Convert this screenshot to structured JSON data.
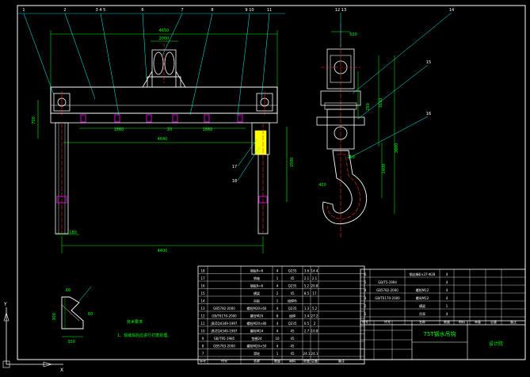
{
  "colors": {
    "background": "#000000",
    "outline": "#ffffff",
    "dimension": "#00ff00",
    "leader": "#00ffff",
    "part": "#ffff00",
    "center": "#ff2a2a",
    "magenta": "#ff00ff",
    "red": "#ff0000"
  },
  "balloons_main": [
    "1",
    "2",
    "3 4 5",
    "6",
    "7",
    "8",
    "9 10",
    "11"
  ],
  "balloons_side": [
    "12 13",
    "14",
    "15",
    "16"
  ],
  "balloons_lower": [
    "17",
    "18"
  ],
  "dims_main": {
    "top_overall": "4650",
    "top_inner": "2000",
    "spacing_a": "1860",
    "spacing_b": "1860",
    "center": "20",
    "span": "4640",
    "left_height": "700",
    "hang_height": "1500",
    "bottom_overall": "4400",
    "bottom_small": "180"
  },
  "dims_side": {
    "top_width": "500",
    "mid_width": "250",
    "height_a": "1610",
    "height_b": "3800",
    "height_c": "1400",
    "hook_dim": "250",
    "hook_radius": "400"
  },
  "detail": {
    "dim_a": "60",
    "dim_b": "300",
    "dim_c": "300",
    "dim_d": "60",
    "note_title": "技术要求",
    "note_line": "1、焊缝焊后应进行打磨处理。"
  },
  "title_block": {
    "drawing_title": "75T钢水吊钩",
    "company": "设计院"
  },
  "bom_left_rows": [
    [
      "18",
      "",
      "钢板δ=6",
      "4",
      "Q235",
      "3.6",
      "14.4",
      ""
    ],
    [
      "17",
      "",
      "销轴",
      "1",
      "45",
      "2.1",
      "2.1",
      ""
    ],
    [
      "16",
      "",
      "钢板δ=6",
      "4",
      "Q235",
      "5.2",
      "20.8",
      ""
    ],
    [
      "15",
      "",
      "横梁",
      "2",
      "45",
      "8.5",
      "17",
      ""
    ],
    [
      "14",
      "",
      "吊板",
      "1",
      "组焊件",
      "",
      "",
      ""
    ],
    [
      "13",
      "GB5782-2000",
      "螺栓M20×60",
      "4",
      "Q235",
      "1.3",
      "5.2",
      ""
    ],
    [
      "12",
      "GB/T6170-2000",
      "螺母M20",
      "8",
      "组焊",
      "3.4",
      "27.2",
      ""
    ],
    [
      "11",
      "JB/ZQ4349-1997",
      "螺栓M20×80",
      "4",
      "Q235",
      "0.5",
      "2",
      ""
    ],
    [
      "10",
      "JB/ZQ4349-1997",
      "螺栓M24",
      "4",
      "45",
      "2.7",
      "10.8",
      ""
    ],
    [
      "9",
      "GB/T95-1985",
      "垫圈24",
      "10",
      "45",
      "",
      "",
      ""
    ],
    [
      "8",
      "GB5783-2000",
      "螺栓M20×50",
      "4",
      "45",
      "",
      "",
      ""
    ],
    [
      "7",
      "",
      "滑轮",
      "1",
      "45",
      "24.1",
      "24.1",
      ""
    ]
  ],
  "bom_right_rows": [
    [
      "6",
      "",
      "钢丝绳6×37-Φ28",
      "4",
      "",
      "",
      "",
      ""
    ],
    [
      "5",
      "GB/T5-1994",
      "",
      "4",
      "",
      "",
      "",
      ""
    ],
    [
      "4",
      "GB5782-2000",
      "螺栓M12",
      "4",
      "",
      "",
      "",
      ""
    ],
    [
      "3",
      "GB/T6170-2000",
      "螺母M12",
      "4",
      "",
      "",
      "",
      ""
    ],
    [
      "2",
      "",
      "横梁",
      "1",
      "",
      "",
      "",
      ""
    ],
    [
      "1",
      "",
      "吊耳",
      "4",
      "",
      "",
      "",
      ""
    ]
  ],
  "bom_headers": [
    "序号",
    "代号",
    "名称",
    "数量",
    "材料",
    "单重",
    "总重",
    "备注"
  ],
  "axis_labels": {
    "y": "Y",
    "x": "X"
  }
}
